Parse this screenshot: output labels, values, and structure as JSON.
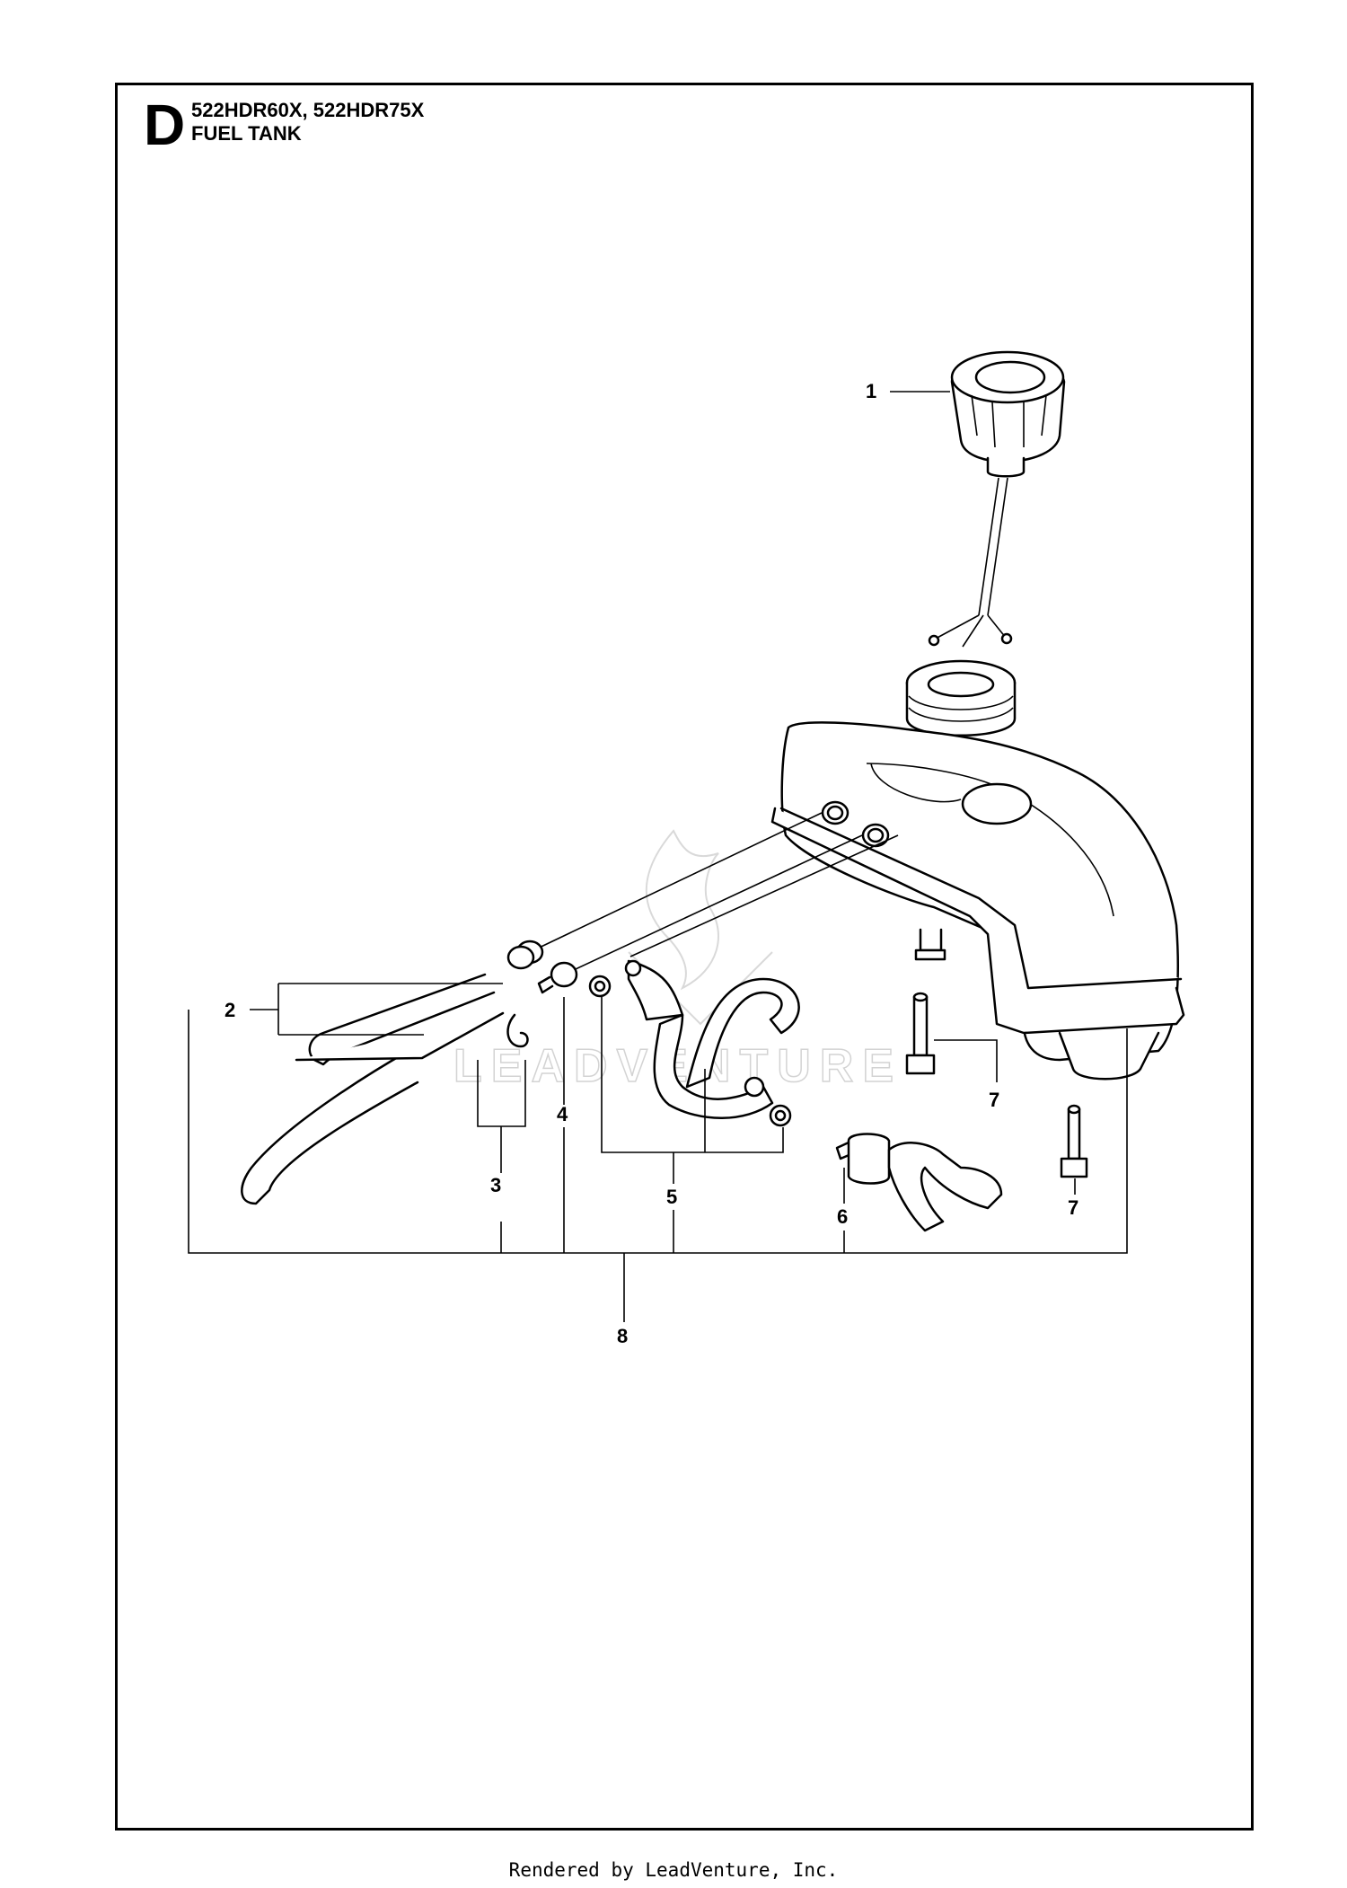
{
  "header": {
    "section_letter": "D",
    "models": "522HDR60X, 522HDR75X",
    "title": "FUEL TANK"
  },
  "watermark": {
    "text": "LEADVENTURE"
  },
  "callouts": {
    "c1": "1",
    "c2": "2",
    "c3": "3",
    "c4": "4",
    "c5": "5",
    "c6": "6",
    "c7a": "7",
    "c7b": "7",
    "c8": "8"
  },
  "footer": {
    "text": "Rendered by LeadVenture, Inc."
  },
  "icons": [
    "fuel-cap-icon",
    "fuel-tank-icon",
    "fuel-hose-icon",
    "grommet-icon",
    "fuel-filter-icon",
    "bolt-icon",
    "flame-watermark-icon"
  ]
}
